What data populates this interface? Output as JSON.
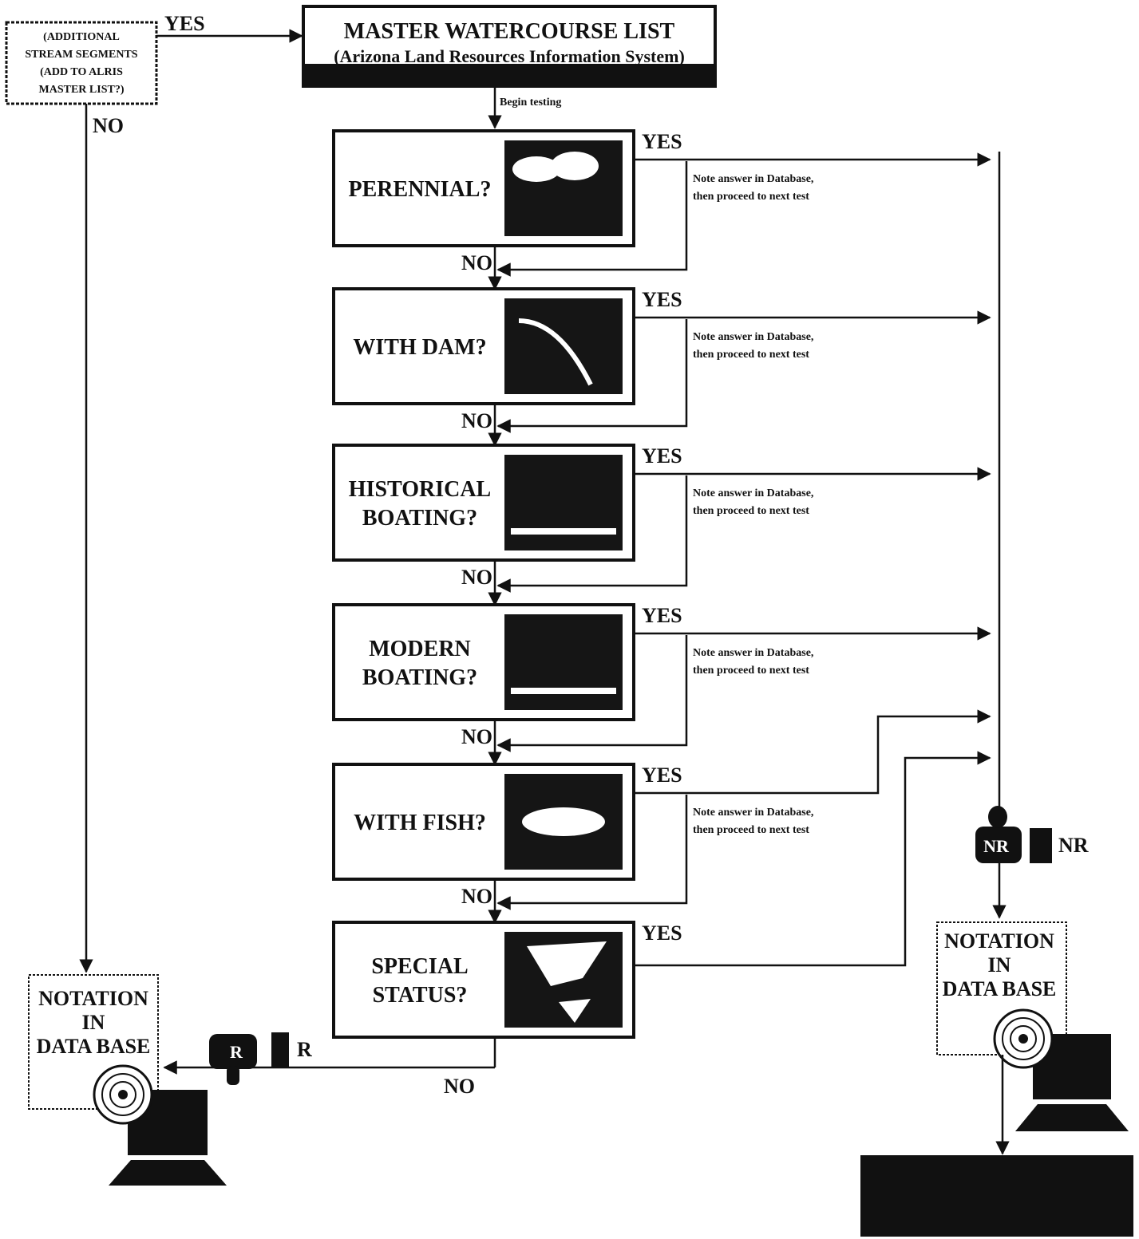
{
  "start_box": {
    "lines": [
      "(ADDITIONAL",
      "STREAM SEGMENTS",
      "(ADD TO ALRIS",
      "MASTER LIST?)"
    ]
  },
  "master": {
    "title": "MASTER WATERCOURSE LIST",
    "subtitle": "(Arizona Land Resources Information System)"
  },
  "begin_label": "Begin testing",
  "yes_label": "YES",
  "no_label": "NO",
  "note_lines": [
    "Note answer in Database,",
    "then proceed to next test"
  ],
  "tests": [
    {
      "lines": [
        "PERENNIAL?"
      ],
      "icon": "clouds-water-icon"
    },
    {
      "lines": [
        "WITH DAM?"
      ],
      "icon": "dam-icon"
    },
    {
      "lines": [
        "HISTORICAL",
        "BOATING?"
      ],
      "icon": "historical-boat-icon"
    },
    {
      "lines": [
        "MODERN",
        "BOATING?"
      ],
      "icon": "modern-boat-icon"
    },
    {
      "lines": [
        "WITH FISH?"
      ],
      "icon": "fish-icon"
    },
    {
      "lines": [
        "SPECIAL",
        "STATUS?"
      ],
      "icon": "star-reflection-icon"
    }
  ],
  "notation": {
    "lines": [
      "NOTATION",
      "IN",
      "DATA BASE"
    ]
  },
  "r_label": "R",
  "nr_label": "NR",
  "colors": {
    "ink": "#111111",
    "paper": "#ffffff"
  }
}
